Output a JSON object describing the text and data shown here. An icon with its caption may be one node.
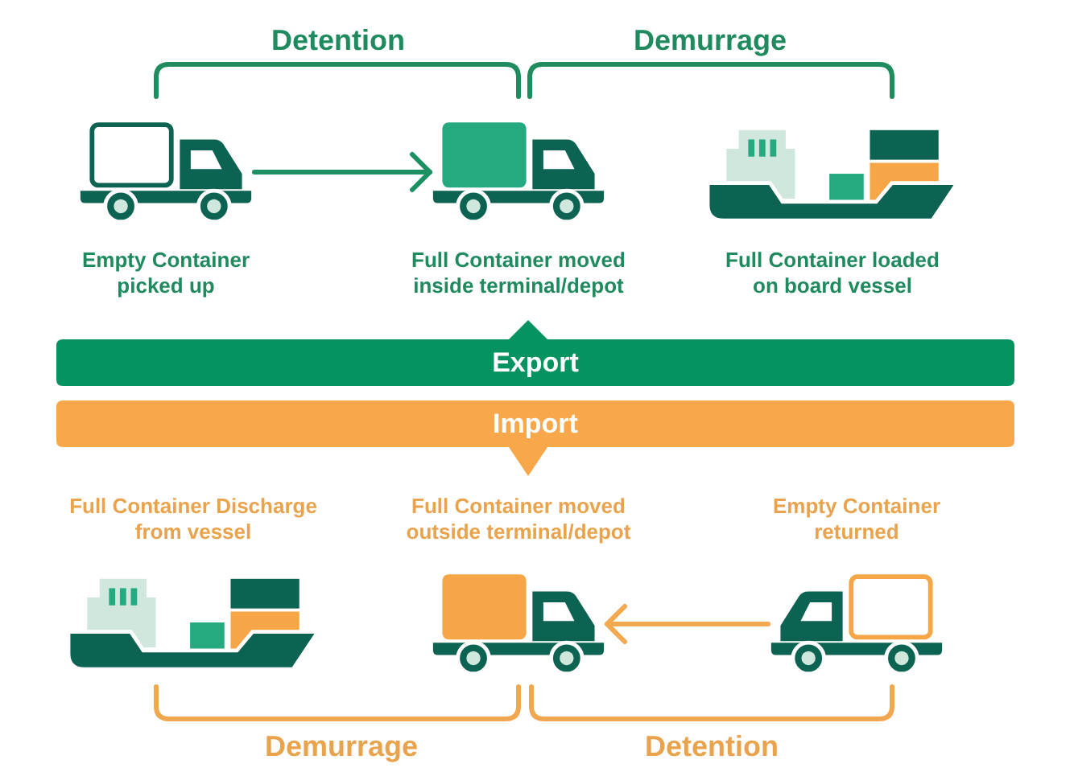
{
  "diagram": {
    "nodes": [
      {
        "text": [
          "Empty Container picked up"
        ]
      },
      {
        "text": [
          "Full Container moved inside terminal/depot"
        ]
      },
      {
        "text": [
          "Full Container loaded on board vessel"
        ]
      },
      {
        "text": [
          "Export"
        ]
      },
      {
        "text": [
          "Import"
        ]
      },
      {
        "text": [
          "Full Container Discharge from vessel"
        ]
      },
      {
        "text": [
          "Full Container moved outside terminal/depot"
        ]
      },
      {
        "text": [
          "Empty Container returned"
        ]
      }
    ],
    "edges": [
      {
        "from": 0,
        "to": 1,
        "arrow": "to",
        "color": "#1b9163"
      },
      {
        "from": 7,
        "to": 6,
        "arrow": "to",
        "color": "#f3a94f"
      }
    ],
    "labels": [
      "Detention",
      "Demurrage",
      "Demurrage",
      "Detention"
    ]
  }
}
